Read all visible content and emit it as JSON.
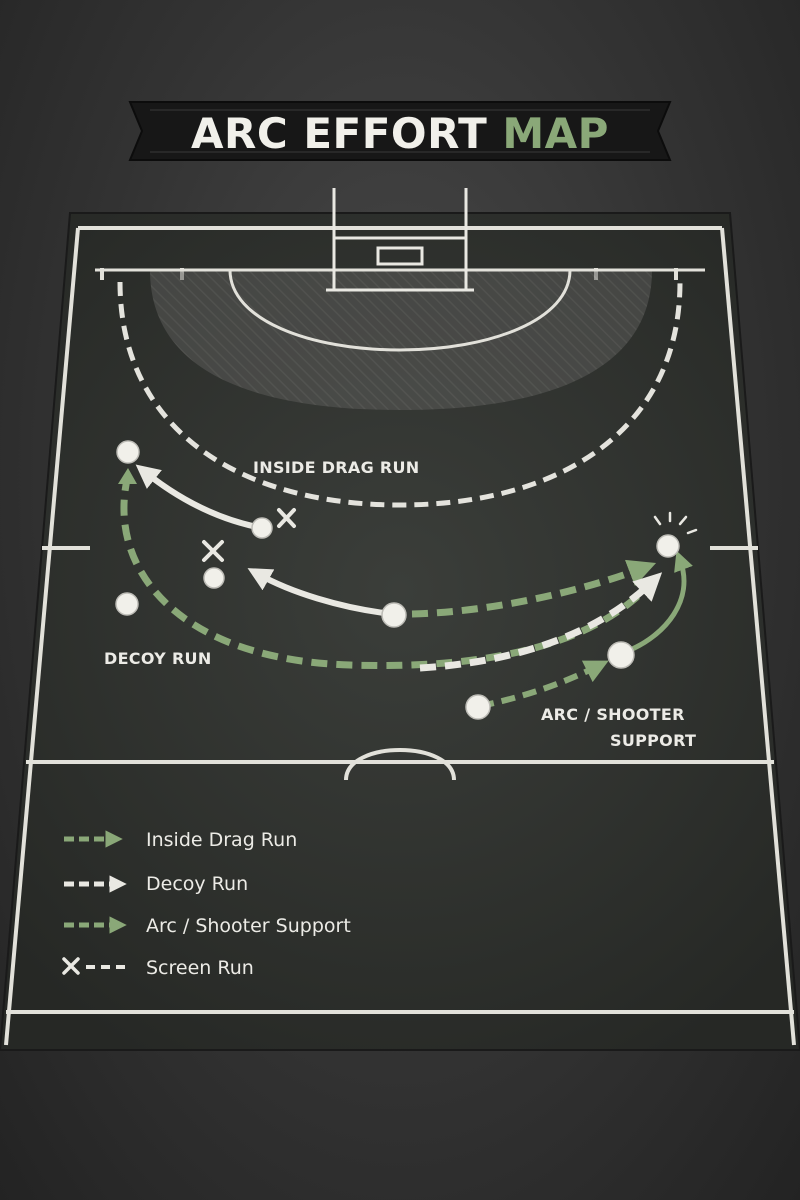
{
  "title": {
    "main": "ARC EFFORT",
    "accent": "MAP"
  },
  "labels": {
    "inside_drag": "INSIDE DRAG RUN",
    "decoy": "DECOY RUN",
    "arc_line1": "ARC /",
    "arc_line2": "SHOOTER",
    "arc_line3": "SUPPORT"
  },
  "legend": [
    {
      "label": "Inside Drag Run",
      "style": "green-dashed-arrow"
    },
    {
      "label": "Decoy Run",
      "style": "white-dashed-arrow"
    },
    {
      "label": "Arc / Shooter Support",
      "style": "green-dashed-arrow"
    },
    {
      "label": "Screen Run",
      "style": "x-white-dashed"
    }
  ],
  "colors": {
    "accent_green": "#8aa878",
    "line_white": "#e9e8e2",
    "pitch": "#2b2d2b",
    "banner": "#1b1b1b"
  }
}
